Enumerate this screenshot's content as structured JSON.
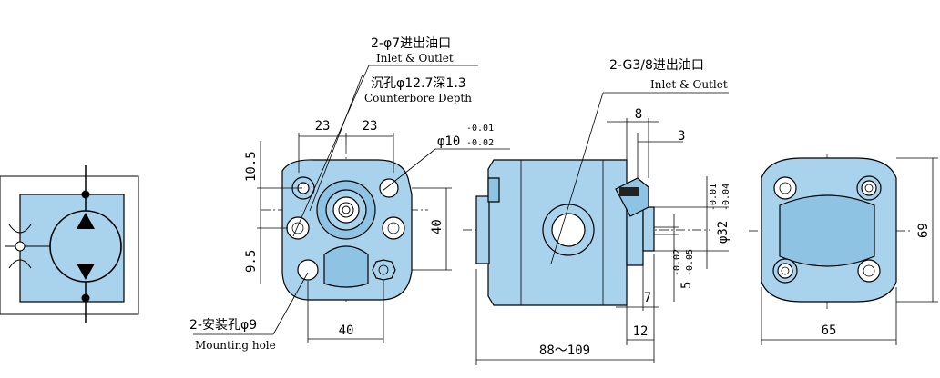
{
  "colors": {
    "body": "#a9d3ec",
    "body_shade": "#8fc3e3",
    "line": "#000000"
  },
  "symbol": {
    "icon": "hydraulic-pump-symbol"
  },
  "front_view": {
    "inlet_cn": "2-φ7进出油口",
    "inlet_en": "Inlet & Outlet",
    "counterbore_cn": "沉孔φ12.7深1.3",
    "counterbore_en": "Counterbore",
    "depth_en": "Depth",
    "dim_23_left": "23",
    "dim_23_right": "23",
    "dim_10_5": "10.5",
    "dim_9_5": "9.5",
    "dim_40_vertical": "40",
    "dim_40_horizontal": "40",
    "shaft_dia": "φ10",
    "shaft_tol_upper": "-0.01",
    "shaft_tol_lower": "-0.02",
    "mount_cn": "2-安装孔φ9",
    "mount_en": "Mounting hole"
  },
  "side_view": {
    "port_cn": "2-G3/8进出油口",
    "port_en": "Inlet & Outlet",
    "dim_8": "8",
    "dim_3": "3",
    "dim_7": "7",
    "dim_12": "12",
    "length": "88～109",
    "pilot_dia": "φ32",
    "pilot_tol_upper": "-0.01",
    "pilot_tol_lower": "-0.04",
    "key_dim": "5",
    "key_tol_upper": "-0.02",
    "key_tol_lower": "-0.05"
  },
  "rear_view": {
    "dim_69": "69",
    "dim_65": "65"
  }
}
